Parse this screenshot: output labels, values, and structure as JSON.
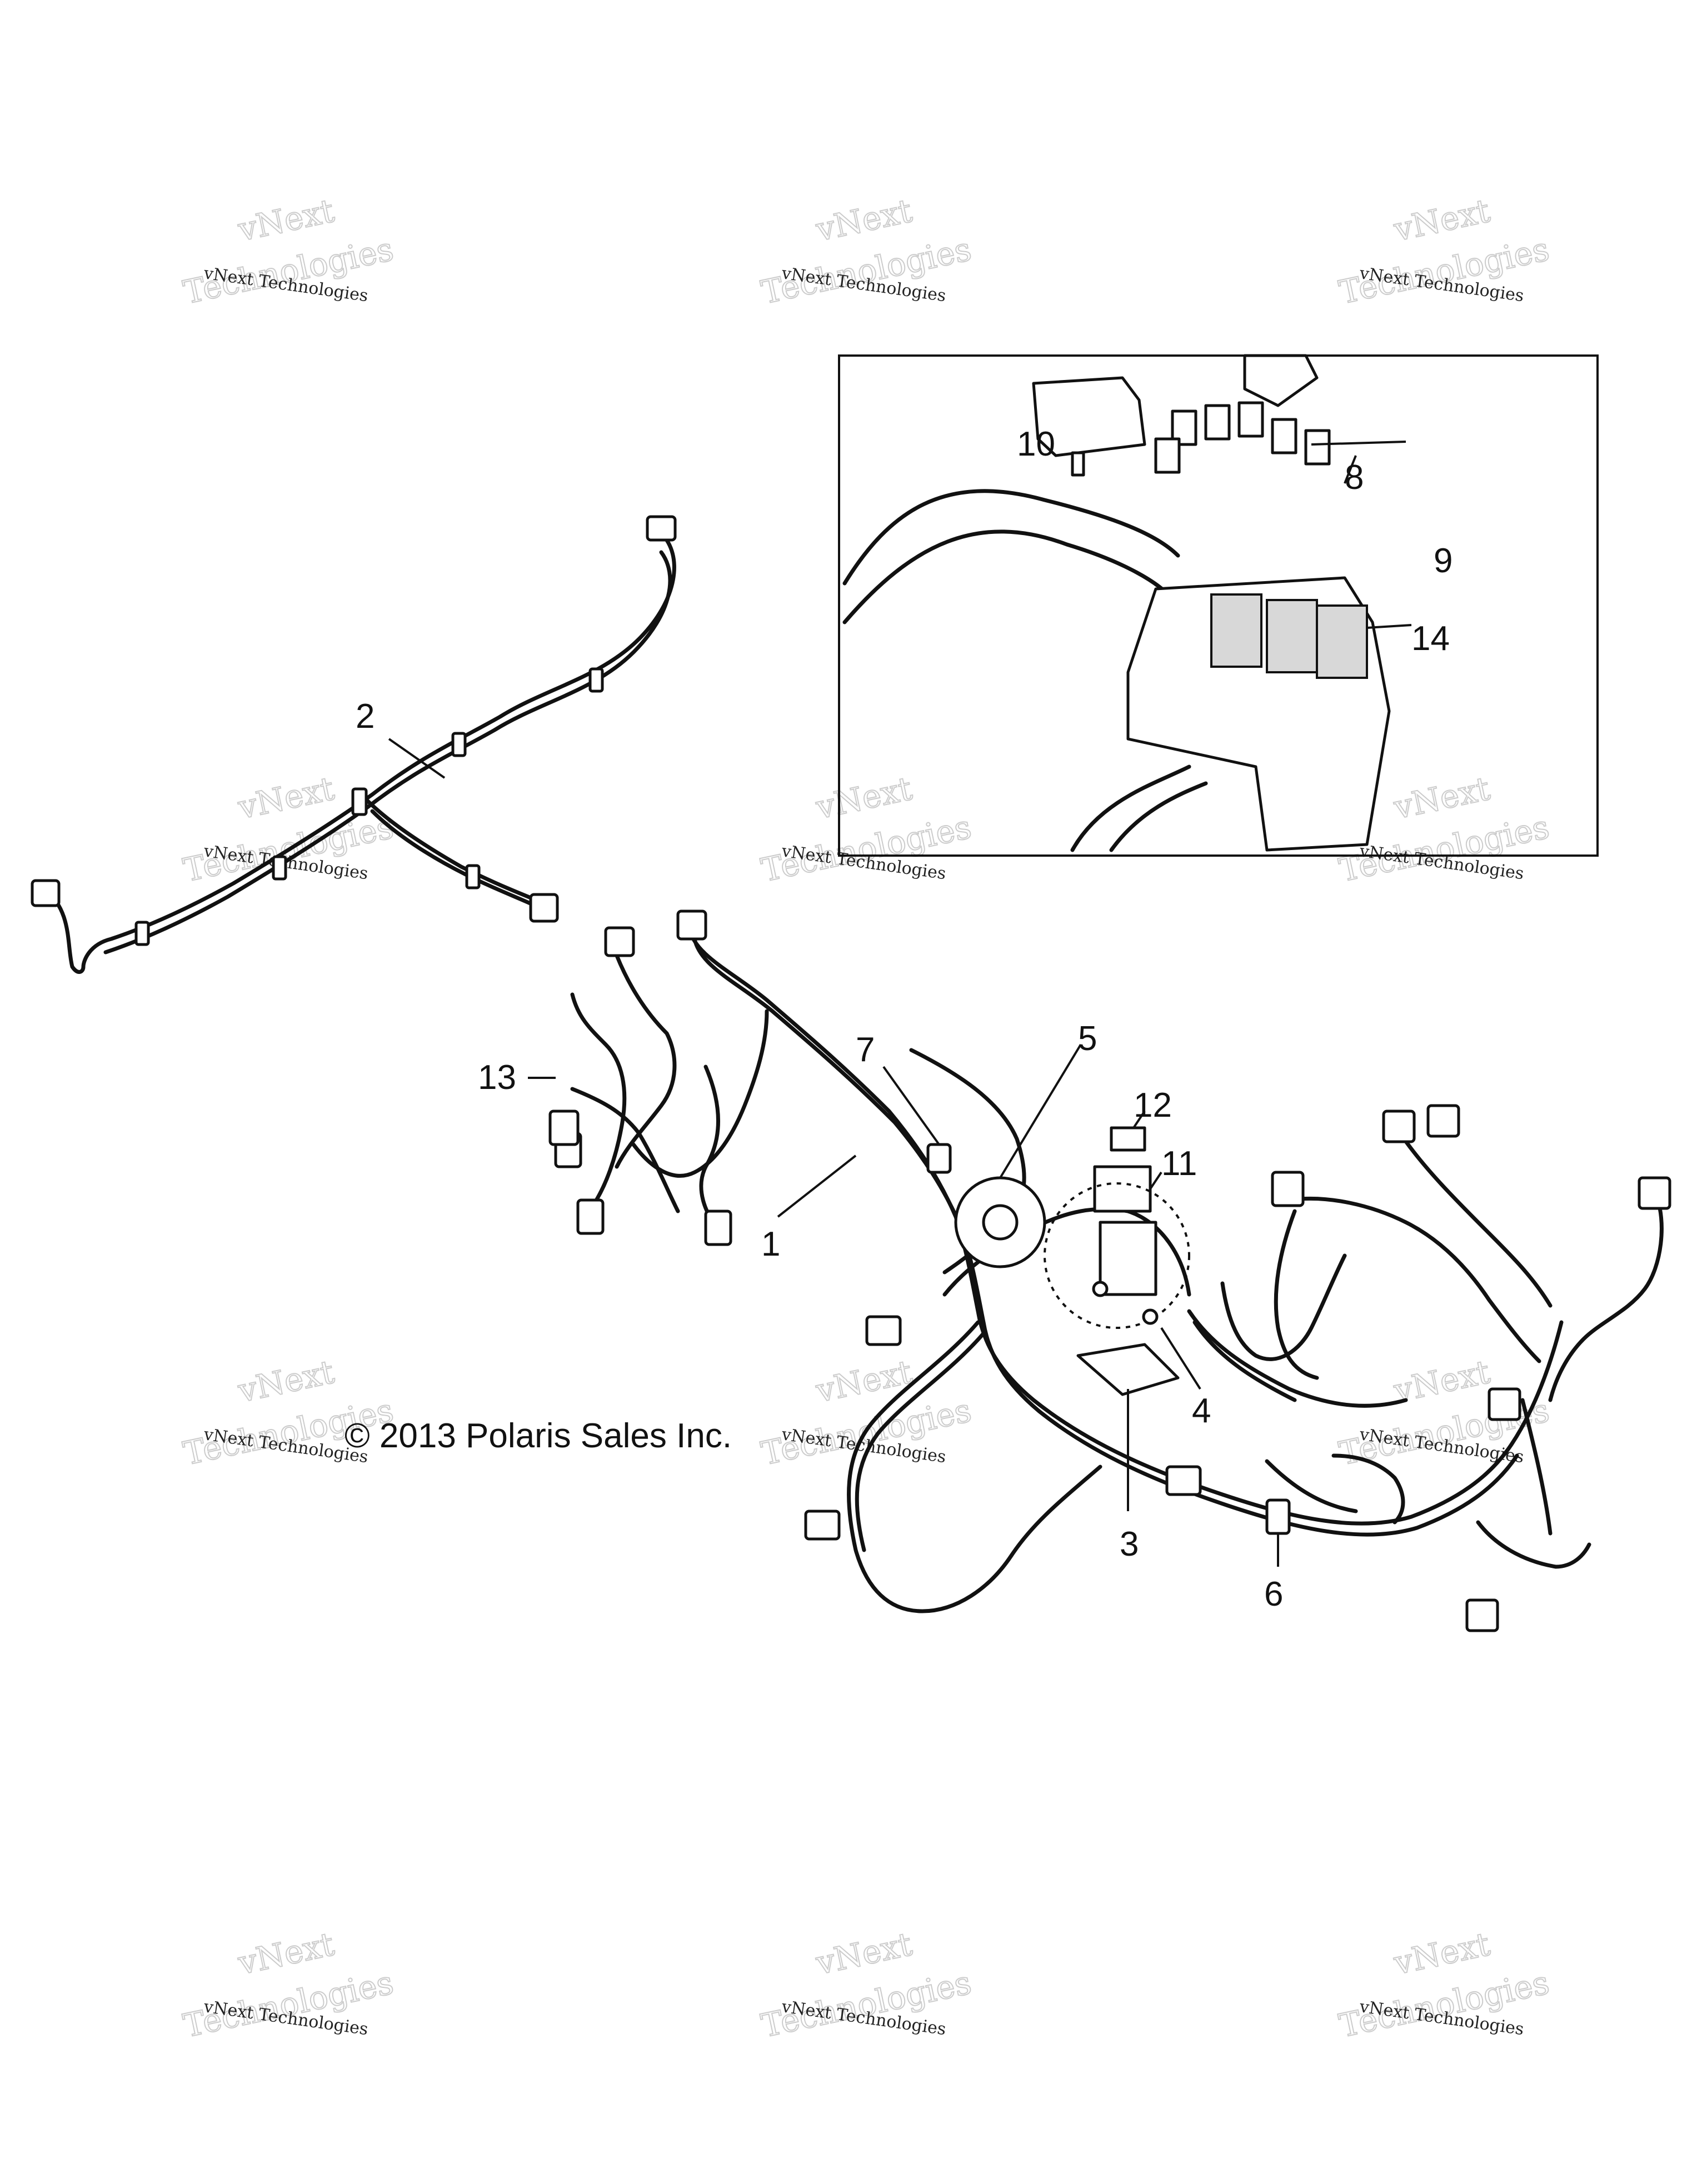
{
  "copyright": "© 2013 Polaris Sales Inc.",
  "watermark": {
    "line_small": "vNext Technologies",
    "line_big_1": "vNext",
    "line_big_2": "Technologies"
  },
  "callouts": [
    "1",
    "2",
    "3",
    "4",
    "5",
    "6",
    "7",
    "8",
    "9",
    "10",
    "11",
    "12",
    "13",
    "14"
  ]
}
